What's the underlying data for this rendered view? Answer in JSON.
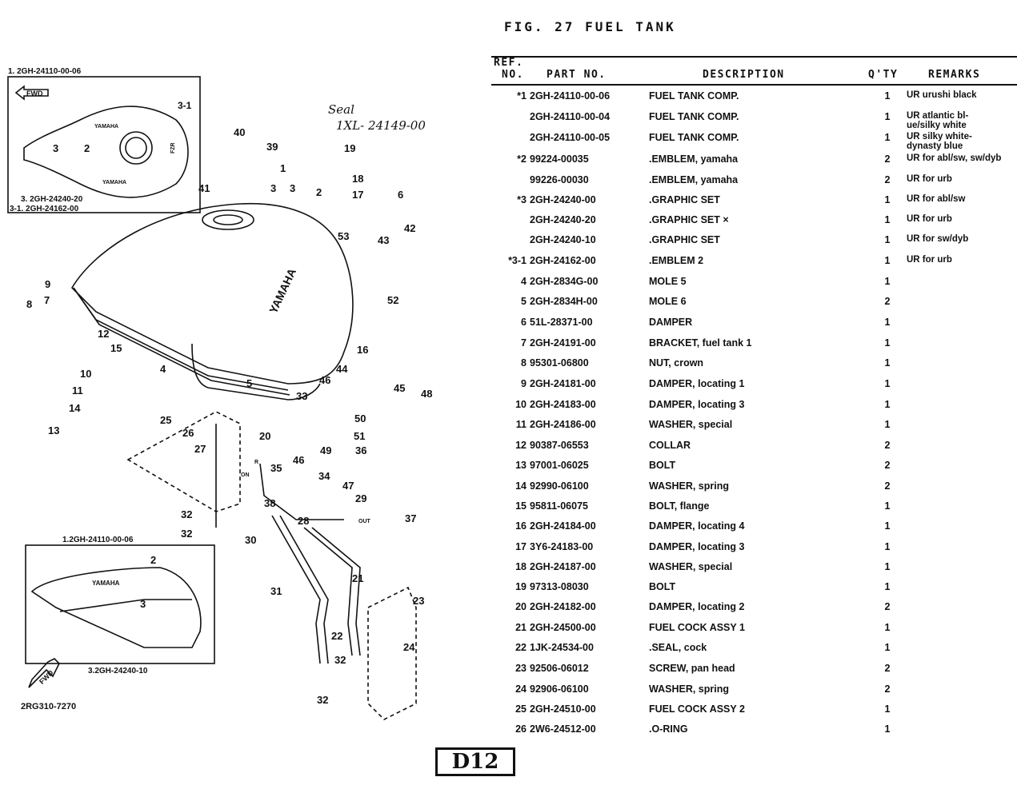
{
  "figure": {
    "title": "FIG. 27  FUEL TANK"
  },
  "table": {
    "headers": {
      "ref_top": "REF.",
      "ref_bottom": "NO.",
      "part_no": "PART NO.",
      "description": "DESCRIPTION",
      "qty": "Q'TY",
      "remarks": "REMARKS"
    },
    "rows": [
      {
        "ref": "*1",
        "part": "2GH-24110-00-06",
        "desc": "FUEL TANK COMP.",
        "qty": "1",
        "remarks": "UR urushi black"
      },
      {
        "ref": "",
        "part": "2GH-24110-00-04",
        "desc": "FUEL TANK COMP.",
        "qty": "1",
        "remarks": "UR atlantic bl-\nue/silky white"
      },
      {
        "ref": "",
        "part": "2GH-24110-00-05",
        "desc": "FUEL TANK COMP.",
        "qty": "1",
        "remarks": "UR silky white-\ndynasty blue"
      },
      {
        "ref": "*2",
        "part": "99224-00035",
        "desc": ".EMBLEM, yamaha",
        "qty": "2",
        "remarks": "UR for abl/sw, sw/dyb"
      },
      {
        "ref": "",
        "part": "99226-00030",
        "desc": ".EMBLEM, yamaha",
        "qty": "2",
        "remarks": "UR for urb"
      },
      {
        "ref": "*3",
        "part": "2GH-24240-00",
        "desc": ".GRAPHIC SET",
        "qty": "1",
        "remarks": "UR for abl/sw"
      },
      {
        "ref": "",
        "part": "2GH-24240-20",
        "desc": ".GRAPHIC SET ×",
        "qty": "1",
        "remarks": "UR for urb"
      },
      {
        "ref": "",
        "part": "2GH-24240-10",
        "desc": ".GRAPHIC SET",
        "qty": "1",
        "remarks": "UR for sw/dyb"
      },
      {
        "ref": "*3-1",
        "part": "2GH-24162-00",
        "desc": ".EMBLEM 2",
        "qty": "1",
        "remarks": "UR for urb"
      },
      {
        "ref": "4",
        "part": "2GH-2834G-00",
        "desc": "MOLE 5",
        "qty": "1",
        "remarks": ""
      },
      {
        "ref": "5",
        "part": "2GH-2834H-00",
        "desc": "MOLE 6",
        "qty": "2",
        "remarks": ""
      },
      {
        "ref": "6",
        "part": "51L-28371-00",
        "desc": "DAMPER",
        "qty": "1",
        "remarks": ""
      },
      {
        "ref": "7",
        "part": "2GH-24191-00",
        "desc": "BRACKET, fuel tank 1",
        "qty": "1",
        "remarks": ""
      },
      {
        "ref": "8",
        "part": "95301-06800",
        "desc": "NUT, crown",
        "qty": "1",
        "remarks": ""
      },
      {
        "ref": "9",
        "part": "2GH-24181-00",
        "desc": "DAMPER, locating 1",
        "qty": "1",
        "remarks": ""
      },
      {
        "ref": "10",
        "part": "2GH-24183-00",
        "desc": "DAMPER, locating 3",
        "qty": "1",
        "remarks": ""
      },
      {
        "ref": "11",
        "part": "2GH-24186-00",
        "desc": "WASHER, special",
        "qty": "1",
        "remarks": ""
      },
      {
        "ref": "12",
        "part": "90387-06553",
        "desc": "COLLAR",
        "qty": "2",
        "remarks": ""
      },
      {
        "ref": "13",
        "part": "97001-06025",
        "desc": "BOLT",
        "qty": "2",
        "remarks": ""
      },
      {
        "ref": "14",
        "part": "92990-06100",
        "desc": "WASHER, spring",
        "qty": "2",
        "remarks": ""
      },
      {
        "ref": "15",
        "part": "95811-06075",
        "desc": "BOLT, flange",
        "qty": "1",
        "remarks": ""
      },
      {
        "ref": "16",
        "part": "2GH-24184-00",
        "desc": "DAMPER, locating 4",
        "qty": "1",
        "remarks": ""
      },
      {
        "ref": "17",
        "part": "3Y6-24183-00",
        "desc": "DAMPER, locating 3",
        "qty": "1",
        "remarks": ""
      },
      {
        "ref": "18",
        "part": "2GH-24187-00",
        "desc": "WASHER, special",
        "qty": "1",
        "remarks": ""
      },
      {
        "ref": "19",
        "part": "97313-08030",
        "desc": "BOLT",
        "qty": "1",
        "remarks": ""
      },
      {
        "ref": "20",
        "part": "2GH-24182-00",
        "desc": "DAMPER, locating 2",
        "qty": "2",
        "remarks": ""
      },
      {
        "ref": "21",
        "part": "2GH-24500-00",
        "desc": "FUEL COCK ASSY 1",
        "qty": "1",
        "remarks": ""
      },
      {
        "ref": "22",
        "part": "1JK-24534-00",
        "desc": ".SEAL, cock",
        "qty": "1",
        "remarks": ""
      },
      {
        "ref": "23",
        "part": "92506-06012",
        "desc": "SCREW, pan head",
        "qty": "2",
        "remarks": ""
      },
      {
        "ref": "24",
        "part": "92906-06100",
        "desc": "WASHER, spring",
        "qty": "2",
        "remarks": ""
      },
      {
        "ref": "25",
        "part": "2GH-24510-00",
        "desc": "FUEL COCK ASSY 2",
        "qty": "1",
        "remarks": ""
      },
      {
        "ref": "26",
        "part": "2W6-24512-00",
        "desc": ".O-RING",
        "qty": "1",
        "remarks": ""
      }
    ]
  },
  "diagram": {
    "inset_top": {
      "title": "1. 2GH-24110-00-06",
      "fwd": "FWD",
      "caption_1": "3. 2GH-24240-20",
      "caption_2": "3-1. 2GH-24162-00",
      "labels": [
        "3",
        "2",
        "3-1"
      ],
      "emblem": "YAMAHA",
      "badge": "FZR"
    },
    "inset_bottom": {
      "title": "1.2GH-24110-00-06",
      "caption": "3.2GH-24240-10",
      "labels": [
        "2",
        "3"
      ],
      "emblem": "YAMAHA"
    },
    "fwd_arrow": "FWD",
    "handwritten_note_1": "Seal",
    "handwritten_note_2": "1XL- 24149-00",
    "tank_emblem": "YAMAHA",
    "flow_labels": {
      "on": "ON",
      "r": "R",
      "out": "OUT"
    },
    "callouts": [
      "40",
      "39",
      "41",
      "1",
      "3",
      "3",
      "2",
      "19",
      "18",
      "17",
      "6",
      "53",
      "43",
      "42",
      "52",
      "9",
      "8",
      "7",
      "12",
      "15",
      "10",
      "11",
      "14",
      "13",
      "4",
      "5",
      "16",
      "44",
      "46",
      "45",
      "48",
      "33",
      "25",
      "26",
      "20",
      "27",
      "46",
      "34",
      "49",
      "50",
      "51",
      "36",
      "35",
      "47",
      "37",
      "38",
      "29",
      "32",
      "28",
      "32",
      "30",
      "31",
      "21",
      "23",
      "22",
      "24",
      "32",
      "32"
    ]
  },
  "reference_code": "2RG310-7270",
  "page_label": "D12"
}
